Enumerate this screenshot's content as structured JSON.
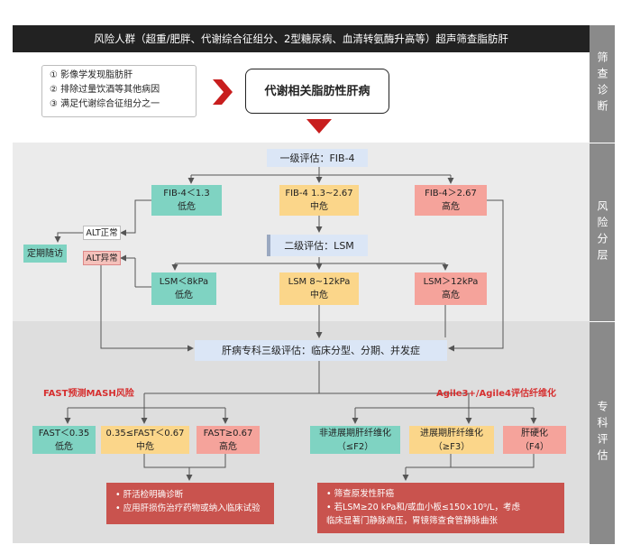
{
  "header": {
    "title": "风险人群（超重/肥胖、代谢综合征组分、2型糖尿病、血清转氨酶升高等）超声筛查脂肪肝"
  },
  "side_labels": {
    "screening": "筛查诊断",
    "stratify": "风险分层",
    "specialist": "专科评估"
  },
  "criteria": [
    "① 影像学发现脂肪肝",
    "② 排除过量饮酒等其他病因",
    "③ 满足代谢综合征组分之一"
  ],
  "diagnosis": "代谢相关脂肪性肝病",
  "level1": "一级评估：FIB-4",
  "fib4": [
    {
      "line1": "FIB-4＜1.3",
      "line2": "低危"
    },
    {
      "line1": "FIB-4 1.3~2.67",
      "line2": "中危"
    },
    {
      "line1": "FIB-4＞2.67",
      "line2": "高危"
    }
  ],
  "level2": "二级评估：LSM",
  "lsm": [
    {
      "line1": "LSM＜8kPa",
      "line2": "低危"
    },
    {
      "line1": "LSM 8~12kPa",
      "line2": "中危"
    },
    {
      "line1": "LSM＞12kPa",
      "line2": "高危"
    }
  ],
  "alt_normal": "ALT正常",
  "alt_abnormal": "ALT异常",
  "follow_up": "定期随访",
  "level3": "肝病专科三级评估：临床分型、分期、并发症",
  "fast_title": "FAST预测MASH风险",
  "agile_title": "Agile3+/Agile4评估纤维化",
  "fast": [
    {
      "line1": "FAST＜0.35",
      "line2": "低危"
    },
    {
      "line1": "0.35≤FAST＜0.67",
      "line2": "中危"
    },
    {
      "line1": "FAST≥0.67",
      "line2": "高危"
    }
  ],
  "agile": [
    {
      "line1": "非进展期肝纤维化",
      "line2": "（≤F2）"
    },
    {
      "line1": "进展期肝纤维化",
      "line2": "（≥F3）"
    },
    {
      "line1": "肝硬化",
      "line2": "（F4）"
    }
  ],
  "note_left": [
    "• 肝活检明确诊断",
    "• 应用肝损伤治疗药物或纳入临床试验"
  ],
  "note_right": [
    "• 筛查原发性肝癌",
    "• 若LSM≥20 kPa和/或血小板≤150×10⁹/L，考虑",
    "临床显著门静脉高压，胃镜筛查食管静脉曲张"
  ],
  "colors": {
    "header": "#222222",
    "side": "#8a8a8a",
    "band2": "#ebebeb",
    "band3": "#dedede",
    "arrow": "#c81e1e",
    "note": "#c9534e"
  }
}
